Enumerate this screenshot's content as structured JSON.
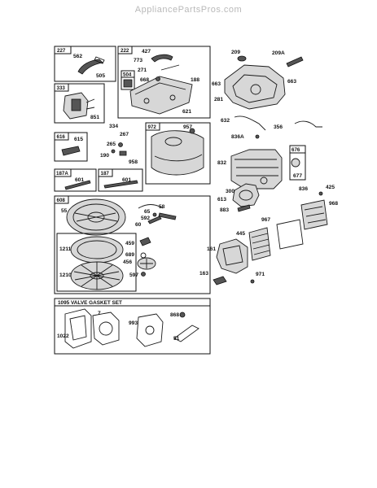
{
  "header": {
    "watermark": "AppliancePartsPros.com"
  },
  "boxes": {
    "b227": "227",
    "b222": "222",
    "b504": "504",
    "b333": "333",
    "b972": "972",
    "b616": "616",
    "b187a": "187A",
    "b187": "187",
    "b608": "608",
    "b676": "676",
    "b1095": "1095 VALVE GASKET SET"
  },
  "callouts": {
    "c562": "562",
    "c505": "505",
    "c427": "427",
    "c773": "773",
    "c271": "271",
    "c668": "668",
    "c188": "188",
    "c621": "621",
    "c851": "851",
    "c334": "334",
    "c957": "957",
    "c267": "267",
    "c265": "265",
    "c190": "190",
    "c958": "958",
    "c615": "615",
    "c601a": "601",
    "c601b": "601",
    "c209": "209",
    "c209a": "209A",
    "c663a": "663",
    "c663b": "663",
    "c281": "281",
    "c632": "632",
    "c356": "356",
    "c836a": "836A",
    "c832": "832",
    "c677": "677",
    "c836": "836",
    "c425": "425",
    "c300": "300",
    "c613": "613",
    "c968": "968",
    "c883": "883",
    "c967": "967",
    "c445": "445",
    "c161": "161",
    "c163": "163",
    "c971": "971",
    "c55": "55",
    "c58": "58",
    "c65": "65",
    "c592": "592",
    "c60": "60",
    "c1211": "1211",
    "c1210": "1210",
    "c459": "459",
    "c689": "689",
    "c456": "456",
    "c597": "597",
    "c7": "7",
    "c993": "993",
    "c868": "868",
    "c51": "51",
    "c1022": "1022"
  }
}
